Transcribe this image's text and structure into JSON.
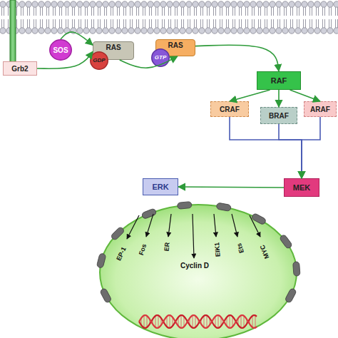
{
  "diagram": {
    "nodes": [
      {
        "text": [
          "Grb2"
        ]
      },
      {
        "text": [
          "SOS"
        ]
      },
      {
        "text": [
          "RAS"
        ]
      },
      {
        "text": [
          "GDP"
        ],
        "in": 2
      },
      {
        "text": [
          "RAS"
        ]
      },
      {
        "text": [
          "GTP"
        ],
        "in": 4
      },
      {
        "text": [
          "RAF"
        ]
      },
      {
        "text": [
          "CRAF"
        ]
      },
      {
        "text": [
          "BRAF"
        ]
      },
      {
        "text": [
          "ARAF"
        ]
      },
      {
        "text": [
          "ERK"
        ]
      },
      {
        "text": [
          "MEK"
        ]
      }
    ],
    "edges": [
      {
        "from": 0,
        "to": 2,
        "arrow": "to"
      },
      {
        "from": 1,
        "to": 2,
        "arrow": "to"
      },
      {
        "from": 2,
        "to": 4,
        "arrow": "to"
      },
      {
        "from": 4,
        "to": 6,
        "arrow": "to"
      },
      {
        "from": 6,
        "to": 7,
        "arrow": "to"
      },
      {
        "from": 6,
        "to": 8,
        "arrow": "to"
      },
      {
        "from": 6,
        "to": 9,
        "arrow": "to"
      },
      {
        "from": 7,
        "to": 11,
        "arrow": "to"
      },
      {
        "from": 8,
        "to": 11,
        "arrow": "to"
      },
      {
        "from": 9,
        "to": 11,
        "arrow": "to"
      },
      {
        "from": 11,
        "to": 10,
        "arrow": "to"
      }
    ],
    "labels": [
      "EP-1",
      "Fos",
      "ER",
      "Cyclin D",
      "EIK1",
      "Ets",
      "MYC"
    ]
  }
}
